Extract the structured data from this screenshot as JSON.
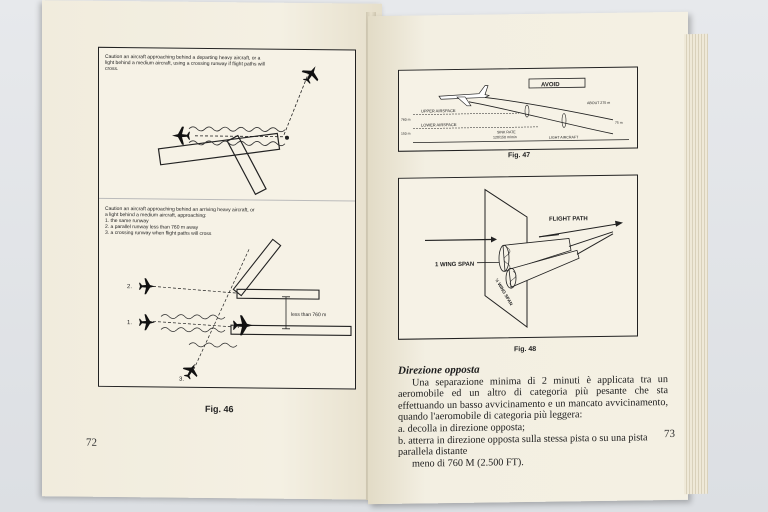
{
  "left_page": {
    "page_number": "72",
    "figure_label": "Fig. 46",
    "top_panel": {
      "caption": "Caution an aircraft approaching behind a departing heavy aircraft, or a light behind a medium aircraft, using a crossing runway if flight paths will cross."
    },
    "bottom_panel": {
      "caption_intro": "Caution an aircraft approaching behind an arriving heavy aircraft, or a light behind a medium aircraft, approaching:",
      "caption_items": [
        "1. the same runway",
        "2. a parallel runway less than 760 m away",
        "3. a crossing runway when flight paths will cross"
      ],
      "distance_label": "less than 760 m",
      "markers": [
        "1.",
        "2.",
        "3."
      ]
    }
  },
  "right_page": {
    "page_number": "73",
    "fig47": {
      "label": "Fig. 47",
      "avoid": "AVOID",
      "upper_airspace": "UPPER AIRSPACE",
      "lower_airspace": "LOWER AIRSPACE",
      "about": "ABOUT 275 m",
      "sink_rate": "SINK RATE",
      "sink_rate_value": "120/150 m/min",
      "light_aircraft": "LIGHT AIRCRAFT",
      "left_height": "760 m",
      "left_height2": "150 m",
      "right_height": "75 m"
    },
    "fig48": {
      "label": "Fig. 48",
      "flight_path": "FLIGHT PATH",
      "wing_span": "1 WING SPAN",
      "half_wing": "½ WING SPAN"
    },
    "section": {
      "title": "Direzione opposta",
      "paragraph": "Una separazione minima di 2 minuti è applicata tra un aeromobile ed un altro di categoria più pesante che sta effettuando un basso avvicinamento e un mancato avvicinamento, quando l'aeromobile di categoria più leggera:",
      "item_a": "a.  decolla in direzione opposta;",
      "item_b1": "b.  atterra in direzione opposta sulla stessa pista o su una pista parallela distante",
      "item_b2": "meno di 760 M (2.500 FT)."
    }
  }
}
